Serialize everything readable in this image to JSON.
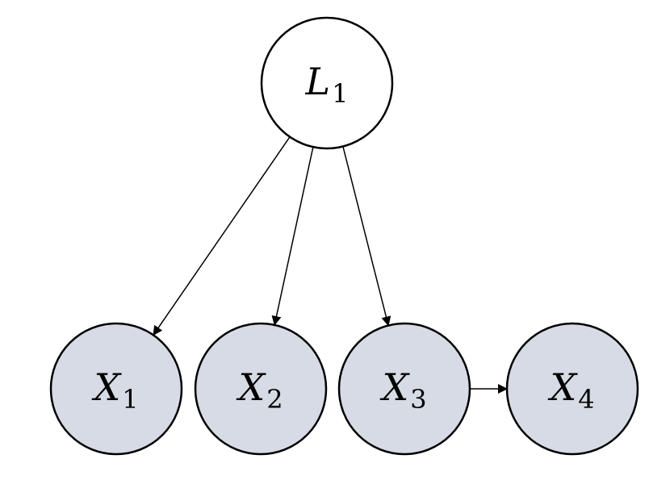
{
  "colors": {
    "latent_fill": "#ffffff",
    "observed_fill": "#d6dbe5",
    "stroke": "#000000"
  },
  "nodes": [
    {
      "id": "L1",
      "base": "L",
      "sub": "1",
      "kind": "latent"
    },
    {
      "id": "X1",
      "base": "X",
      "sub": "1",
      "kind": "observed"
    },
    {
      "id": "X2",
      "base": "X",
      "sub": "2",
      "kind": "observed"
    },
    {
      "id": "X3",
      "base": "X",
      "sub": "3",
      "kind": "observed"
    },
    {
      "id": "X4",
      "base": "X",
      "sub": "4",
      "kind": "observed"
    }
  ],
  "edges": [
    {
      "from": "L1",
      "to": "X1"
    },
    {
      "from": "L1",
      "to": "X2"
    },
    {
      "from": "L1",
      "to": "X3"
    },
    {
      "from": "X3",
      "to": "X4"
    }
  ]
}
